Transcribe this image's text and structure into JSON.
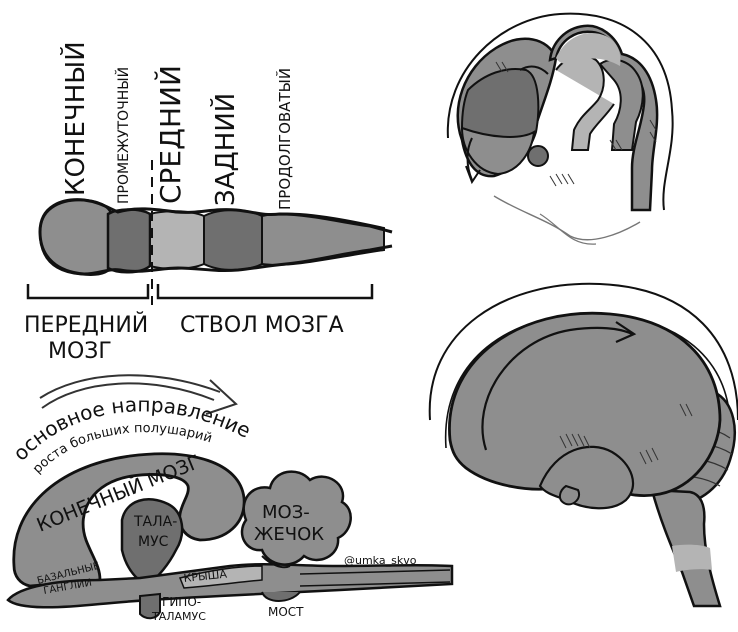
{
  "vertical_labels": {
    "telencephalon": "КОНЕЧНЫЙ",
    "diencephalon": "ПРОМЕЖУТОЧНЫЙ",
    "midbrain": "СРЕДНИЙ",
    "hindbrain": "ЗАДНИЙ",
    "medulla": "ПРОДОЛГОВАТЫЙ"
  },
  "brackets": {
    "forebrain_line1": "ПЕРЕДНИЙ",
    "forebrain_line2": "МОЗГ",
    "brainstem": "СТВОЛ МОЗГА"
  },
  "sagittal": {
    "arc_line1": "основное направление",
    "arc_line2": "роста больших полушарий",
    "telencephalon": "КОНЕЧНЫЙ МОЗГ",
    "basal_ganglia_line1": "БАЗАЛЬНЫЕ",
    "basal_ganglia_line2": "ГАНГЛИИ",
    "thalamus_line1": "ТАЛА-",
    "thalamus_line2": "МУС",
    "cerebellum_line1": "МОЗ-",
    "cerebellum_line2": "ЖЕЧОК",
    "roof": "КРЫША",
    "hypothalamus_line1": "ГИПО-",
    "hypothalamus_line2": "ТАЛАМУС",
    "pons": "МОСТ",
    "signature": "@umka_skvo"
  },
  "colors": {
    "dark": "#6f6f6f",
    "mid": "#8e8e8e",
    "light": "#b4b4b4",
    "outline": "#111111"
  }
}
